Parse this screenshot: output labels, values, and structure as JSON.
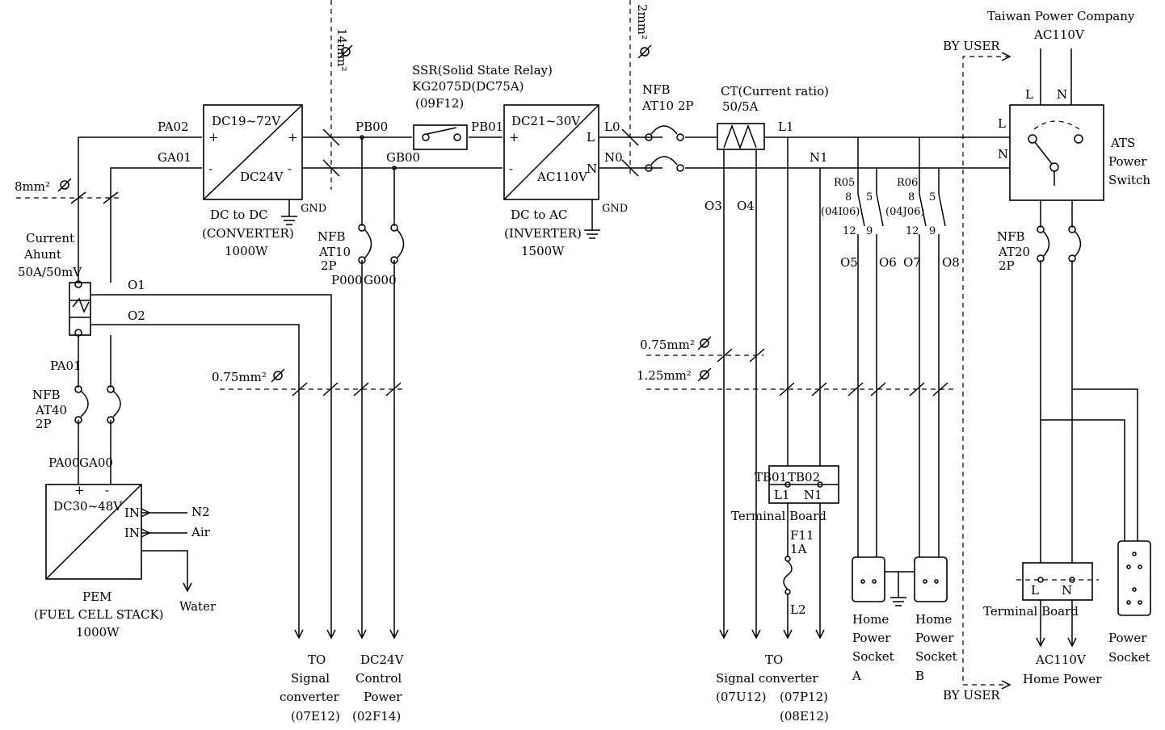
{
  "labels": {
    "taiwan_power": "Taiwan Power Company",
    "ac110v_top": "AC110V",
    "by_user_top": "BY USER",
    "by_user_bottom": "BY USER",
    "wire_14": "14mm²",
    "wire_2": "2mm²",
    "wire_8": "8mm²",
    "wire_075_left": "0.75mm²",
    "wire_075_right": "0.75mm²",
    "wire_125": "1.25mm²",
    "ssr_title": "SSR(Solid State Relay)",
    "ssr_model": "KG2075D(DC75A)",
    "ssr_code": "(09F12)",
    "nfb_main_1": "NFB",
    "nfb_main_2": "AT10 2P",
    "ct_1": "CT(Current ratio)",
    "ct_2": "50/5A",
    "ats_1": "ATS",
    "ats_2": "Power",
    "ats_3": "Switch",
    "ats_L": "L",
    "ats_N": "N",
    "ats_in_L": "L",
    "ats_in_N": "N",
    "conv_in": "DC19~72V",
    "conv_out": "DC24V",
    "conv_name1": "DC to DC",
    "conv_name2": "(CONVERTER)",
    "conv_name3": "1000W",
    "inv_in": "DC21~30V",
    "inv_out": "AC110V",
    "inv_L": "L",
    "inv_N": "N",
    "inv_name1": "DC to AC",
    "inv_name2": "(INVERTER)",
    "inv_name3": "1500W",
    "gnd1": "GND",
    "gnd2": "GND",
    "pa02": "PA02",
    "ga01": "GA01",
    "pb00": "PB00",
    "gb00": "GB00",
    "pb01": "PB01",
    "l0": "L0",
    "n0": "N0",
    "l1": "L1",
    "n1": "N1",
    "shunt_1": "Current",
    "shunt_2": "Ahunt",
    "shunt_3": "50A/50mV",
    "o1": "O1",
    "o2": "O2",
    "pa01": "PA01",
    "nfb40_1": "NFB",
    "nfb40_2": "AT40",
    "nfb40_3": "2P",
    "pa00": "PA00",
    "ga00": "GA00",
    "pem_v": "DC30~48V",
    "pem_plus": "+",
    "pem_minus": "-",
    "pem_in1": "IN",
    "pem_in2": "IN",
    "pem_n2": "N2",
    "pem_air": "Air",
    "pem_water": "Water",
    "pem_1": "PEM",
    "pem_2": "(FUEL CELL STACK)",
    "pem_3": "1000W",
    "nfb10_1": "NFB",
    "nfb10_2": "AT10",
    "nfb10_3": "2P",
    "p000": "P000",
    "g000": "G000",
    "to_left_1": "TO",
    "to_left_2": "Signal",
    "to_left_3": "converter",
    "to_left_4": "(07E12)",
    "dc24_1": "DC24V",
    "dc24_2": "Control",
    "dc24_3": "Power",
    "dc24_4": "(02F14)",
    "o3": "O3",
    "o4": "O4",
    "r05": "R05",
    "r06": "R06",
    "r05_code": "(04I06)",
    "r06_code": "(04J06)",
    "pin8a": "8",
    "pin5a": "5",
    "pin12a": "12",
    "pin9a": "9",
    "pin8b": "8",
    "pin5b": "5",
    "pin12b": "12",
    "pin9b": "9",
    "o5": "O5",
    "o6": "O6",
    "o7": "O7",
    "o8": "O8",
    "nfb20_1": "NFB",
    "nfb20_2": "AT20",
    "nfb20_3": "2P",
    "tb01": "TB01",
    "tb02": "TB02",
    "tb_l1": "L1",
    "tb_n1": "N1",
    "tb_name": "Terminal Board",
    "f11": "F11",
    "f11_a": "1A",
    "l2": "L2",
    "to_right_1": "TO",
    "to_right_2": "Signal converter",
    "to_right_3": "(07U12)",
    "to_right_4": "(07P12)",
    "to_right_5": "(08E12)",
    "sockA_1": "Home",
    "sockA_2": "Power",
    "sockA_3": "Socket",
    "sockA_4": "A",
    "sockB_1": "Home",
    "sockB_2": "Power",
    "sockB_3": "Socket",
    "sockB_4": "B",
    "tb2_L": "L",
    "tb2_N": "N",
    "tb2_name": "Terminal Board",
    "ac_home_1": "AC110V",
    "ac_home_2": "Home Power",
    "psock_1": "Power",
    "psock_2": "Socket"
  }
}
